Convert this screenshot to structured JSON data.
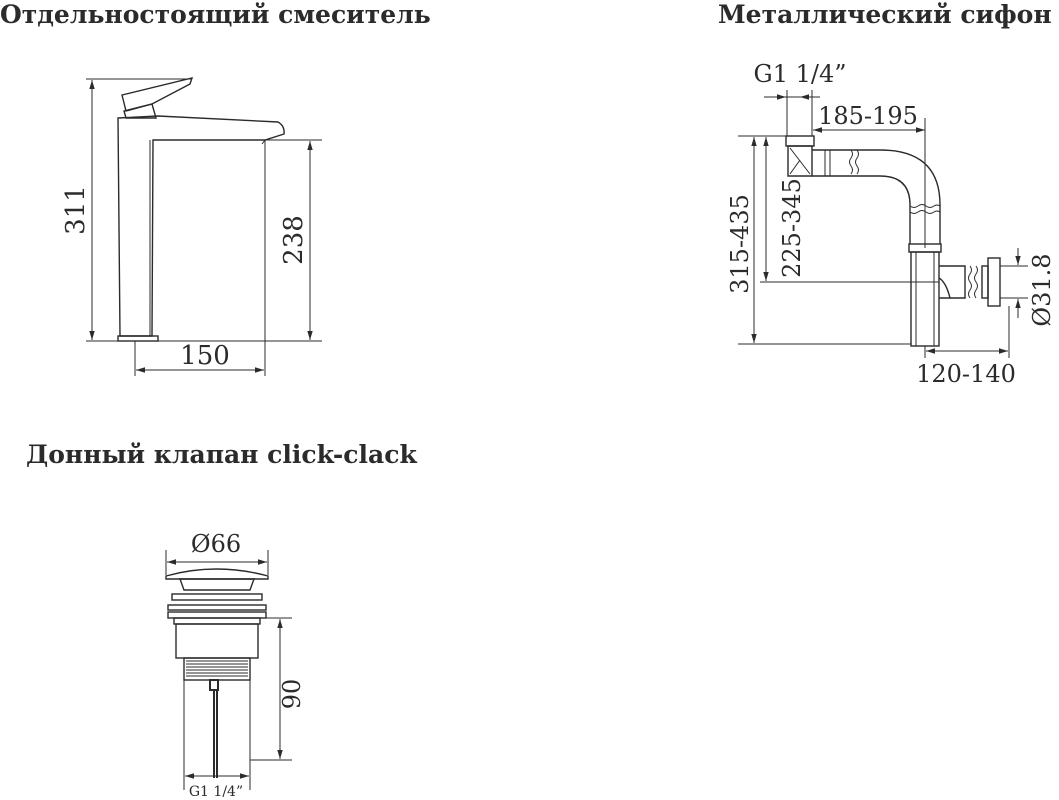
{
  "titles": {
    "faucet": "Отдельностоящий смеситель",
    "siphon": "Металлический сифон",
    "valve": "Донный клапан click-clack"
  },
  "faucet": {
    "dim_height_total": "311",
    "dim_height_spout": "238",
    "dim_reach": "150"
  },
  "siphon": {
    "dim_thread": "G1 1/4”",
    "dim_length": "185-195",
    "dim_height_outer": "315-435",
    "dim_height_inner": "225-345",
    "dim_diameter": "Ø31.8",
    "dim_offset": "120-140"
  },
  "valve": {
    "dim_diameter": "Ø66",
    "dim_height": "90",
    "dim_thread": "G1 1/4”"
  }
}
